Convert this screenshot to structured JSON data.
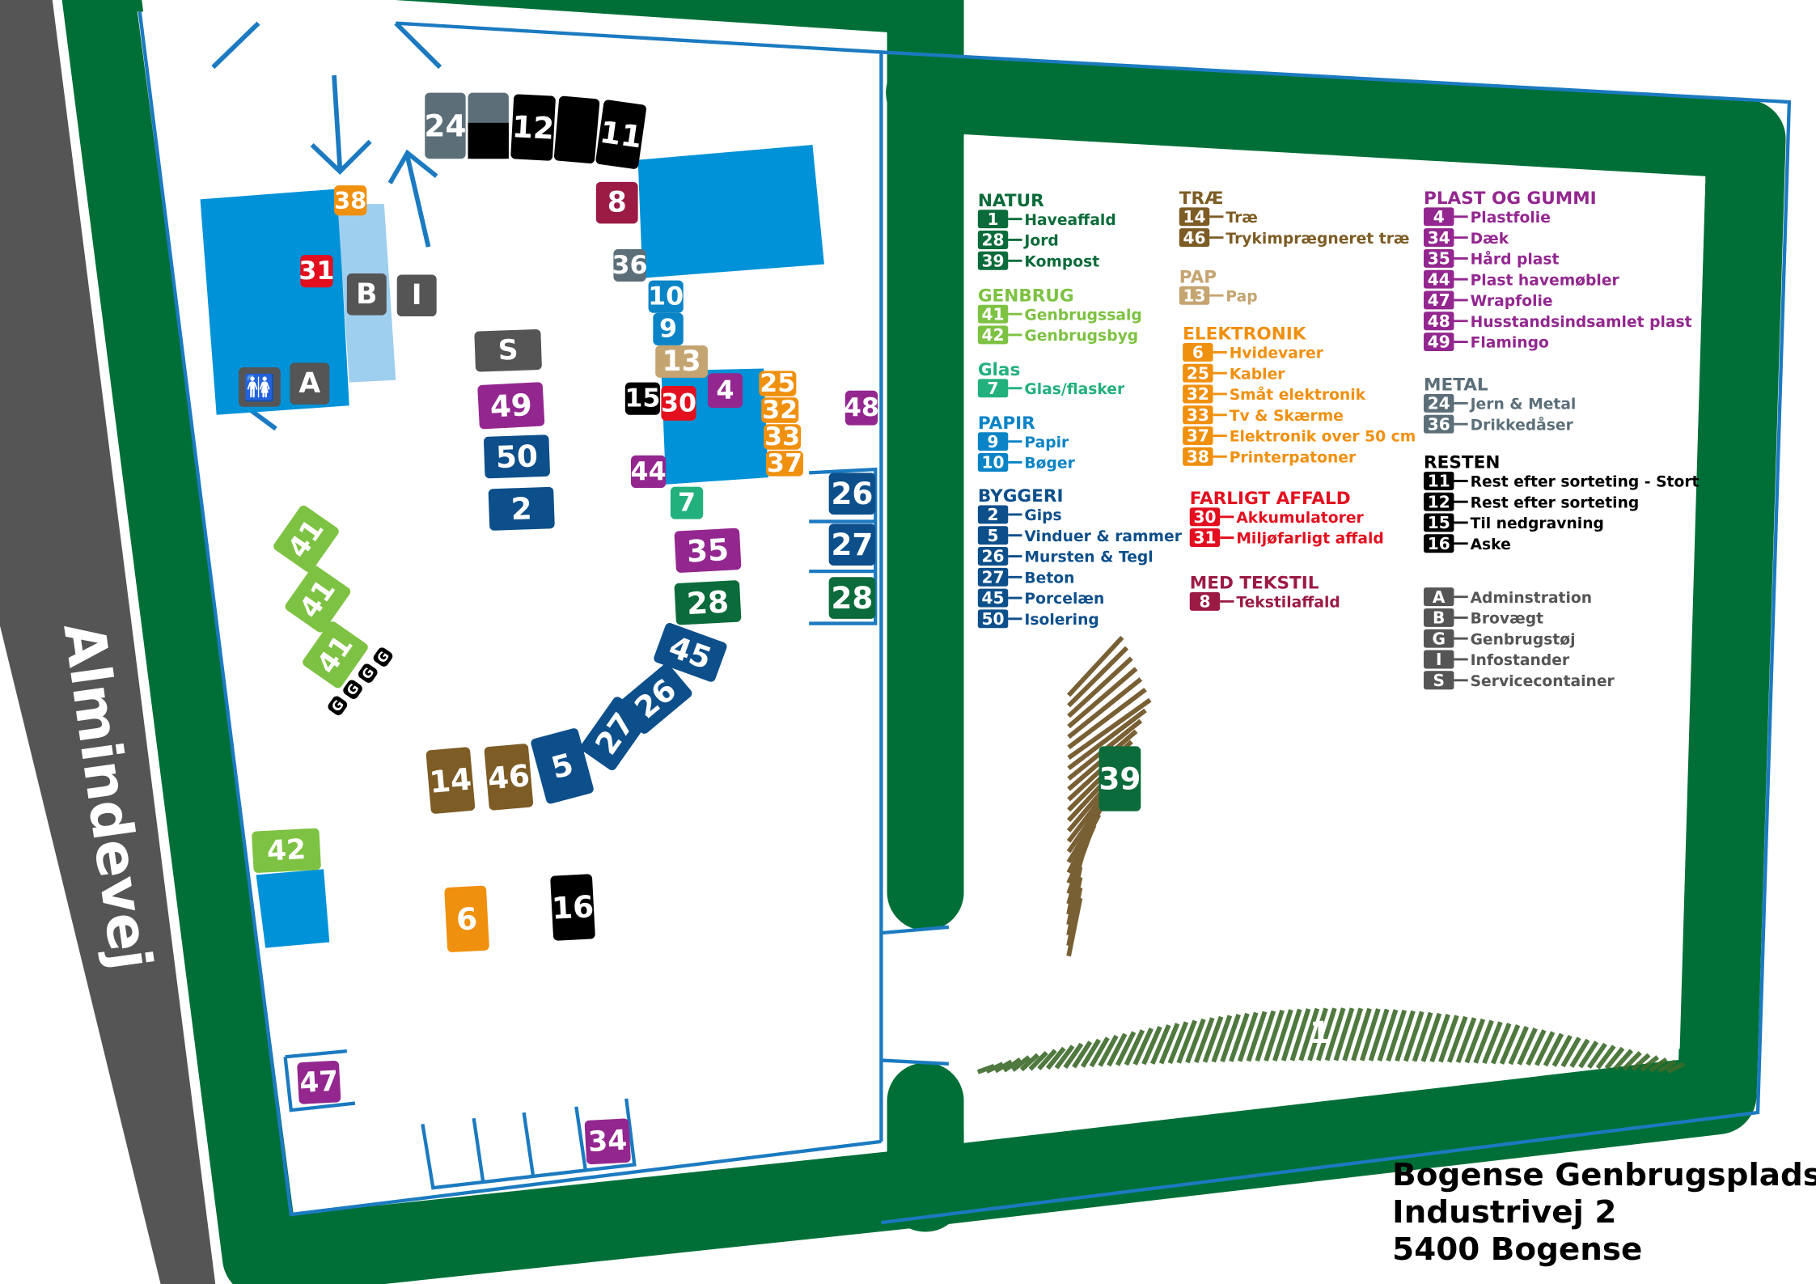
{
  "road_name": "Almindevej",
  "address": [
    "Bogense Genbrugsplads",
    "Industrivej 2",
    "5400 Bogense"
  ],
  "colors": {
    "natur": "#0b6b3a",
    "genbrug": "#7dc242",
    "glas": "#22b07d",
    "papir": "#0a84c6",
    "byggeri": "#0d4f8b",
    "trae": "#7d5c25",
    "pap": "#c4a470",
    "elektronik": "#f0900f",
    "farligt": "#e30f1f",
    "tekstil": "#9b1b44",
    "plast": "#93278f",
    "metal": "#5c6f79",
    "resten": "#000000",
    "service": "#555555",
    "wall": "#006f37",
    "building": "#0092d8",
    "road": "#555555"
  },
  "legend": [
    {
      "title": "NATUR",
      "color": "natur",
      "items": [
        [
          "1",
          "Haveaffald"
        ],
        [
          "28",
          "Jord"
        ],
        [
          "39",
          "Kompost"
        ]
      ]
    },
    {
      "title": "GENBRUG",
      "color": "genbrug",
      "items": [
        [
          "41",
          "Genbrugssalg"
        ],
        [
          "42",
          "Genbrugsbyg"
        ]
      ]
    },
    {
      "title": "Glas",
      "color": "glas",
      "items": [
        [
          "7",
          "Glas/flasker"
        ]
      ]
    },
    {
      "title": "PAPIR",
      "color": "papir",
      "items": [
        [
          "9",
          "Papir"
        ],
        [
          "10",
          "Bøger"
        ]
      ]
    },
    {
      "title": "BYGGERI",
      "color": "byggeri",
      "items": [
        [
          "2",
          "Gips"
        ],
        [
          "5",
          "Vinduer & rammer"
        ],
        [
          "26",
          "Mursten & Tegl"
        ],
        [
          "27",
          "Beton"
        ],
        [
          "45",
          "Porcelæn"
        ],
        [
          "50",
          "Isolering"
        ]
      ]
    },
    {
      "title": "TRÆ",
      "color": "trae",
      "items": [
        [
          "14",
          "Træ"
        ],
        [
          "46",
          "Trykimprægneret træ"
        ]
      ]
    },
    {
      "title": "PAP",
      "color": "pap",
      "items": [
        [
          "13",
          "Pap"
        ]
      ]
    },
    {
      "title": "ELEKTRONIK",
      "color": "elektronik",
      "items": [
        [
          "6",
          "Hvidevarer"
        ],
        [
          "25",
          "Kabler"
        ],
        [
          "32",
          "Småt elektronik"
        ],
        [
          "33",
          "Tv & Skærme"
        ],
        [
          "37",
          "Elektronik over 50 cm"
        ],
        [
          "38",
          "Printerpatoner"
        ]
      ]
    },
    {
      "title": "FARLIGT AFFALD",
      "color": "farligt",
      "items": [
        [
          "30",
          "Akkumulatorer"
        ],
        [
          "31",
          "Miljøfarligt affald"
        ]
      ]
    },
    {
      "title": "MED TEKSTIL",
      "color": "tekstil",
      "items": [
        [
          "8",
          "Tekstilaffald"
        ]
      ]
    },
    {
      "title": "PLAST OG GUMMI",
      "color": "plast",
      "items": [
        [
          "4",
          "Plastfolie"
        ],
        [
          "34",
          "Dæk"
        ],
        [
          "35",
          "Hård plast"
        ],
        [
          "44",
          "Plast havemøbler"
        ],
        [
          "47",
          "Wrapfolie"
        ],
        [
          "48",
          "Husstandsindsamlet plast"
        ],
        [
          "49",
          "Flamingo"
        ]
      ]
    },
    {
      "title": "METAL",
      "color": "metal",
      "items": [
        [
          "24",
          "Jern & Metal"
        ],
        [
          "36",
          "Drikkedåser"
        ]
      ]
    },
    {
      "title": "RESTEN",
      "color": "resten",
      "items": [
        [
          "11",
          "Rest efter sorteting - Stort"
        ],
        [
          "12",
          "Rest efter sorteting"
        ],
        [
          "15",
          "Til nedgravning"
        ],
        [
          "16",
          "Aske"
        ]
      ]
    },
    {
      "title": "",
      "color": "service",
      "items": [
        [
          "A",
          "Adminstration"
        ],
        [
          "B",
          "Brovægt"
        ],
        [
          "G",
          "Genbrugstøj"
        ],
        [
          "I",
          "Infostander"
        ],
        [
          "S",
          "Servicecontainer"
        ]
      ]
    }
  ],
  "markers": [
    {
      "label": "24",
      "color": "metal"
    },
    {
      "label": "",
      "color": "metal"
    },
    {
      "label": "12",
      "color": "resten"
    },
    {
      "label": "",
      "color": "resten"
    },
    {
      "label": "11",
      "color": "resten"
    },
    {
      "label": "8",
      "color": "tekstil"
    },
    {
      "label": "36",
      "color": "metal"
    },
    {
      "label": "10",
      "color": "papir"
    },
    {
      "label": "9",
      "color": "papir"
    },
    {
      "label": "13",
      "color": "pap"
    },
    {
      "label": "15",
      "color": "resten"
    },
    {
      "label": "30",
      "color": "farligt"
    },
    {
      "label": "4",
      "color": "plast"
    },
    {
      "label": "25",
      "color": "elektronik"
    },
    {
      "label": "32",
      "color": "elektronik"
    },
    {
      "label": "33",
      "color": "elektronik"
    },
    {
      "label": "37",
      "color": "elektronik"
    },
    {
      "label": "48",
      "color": "plast"
    },
    {
      "label": "44",
      "color": "plast"
    },
    {
      "label": "7",
      "color": "glas"
    },
    {
      "label": "35",
      "color": "plast"
    },
    {
      "label": "28",
      "color": "natur"
    },
    {
      "label": "45",
      "color": "byggeri"
    },
    {
      "label": "26",
      "color": "byggeri"
    },
    {
      "label": "27",
      "color": "byggeri"
    },
    {
      "label": "5",
      "color": "byggeri"
    },
    {
      "label": "46",
      "color": "trae"
    },
    {
      "label": "14",
      "color": "trae"
    },
    {
      "label": "S",
      "color": "service"
    },
    {
      "label": "49",
      "color": "plast"
    },
    {
      "label": "50",
      "color": "byggeri"
    },
    {
      "label": "2",
      "color": "byggeri"
    },
    {
      "label": "26",
      "color": "byggeri"
    },
    {
      "label": "27",
      "color": "byggeri"
    },
    {
      "label": "28",
      "color": "natur"
    },
    {
      "label": "38",
      "color": "elektronik"
    },
    {
      "label": "31",
      "color": "farligt"
    },
    {
      "label": "B",
      "color": "service"
    },
    {
      "label": "I",
      "color": "service"
    },
    {
      "label": "A",
      "color": "service"
    },
    {
      "label": "41",
      "color": "genbrug"
    },
    {
      "label": "41",
      "color": "genbrug"
    },
    {
      "label": "41",
      "color": "genbrug"
    },
    {
      "label": "42",
      "color": "genbrug"
    },
    {
      "label": "6",
      "color": "elektronik"
    },
    {
      "label": "16",
      "color": "resten"
    },
    {
      "label": "47",
      "color": "plast"
    },
    {
      "label": "34",
      "color": "plast"
    },
    {
      "label": "39",
      "color": "natur"
    },
    {
      "label": "G",
      "color": "resten"
    },
    {
      "label": "G",
      "color": "resten"
    },
    {
      "label": "G",
      "color": "resten"
    },
    {
      "label": "G",
      "color": "resten"
    }
  ],
  "hedge_label": "1"
}
